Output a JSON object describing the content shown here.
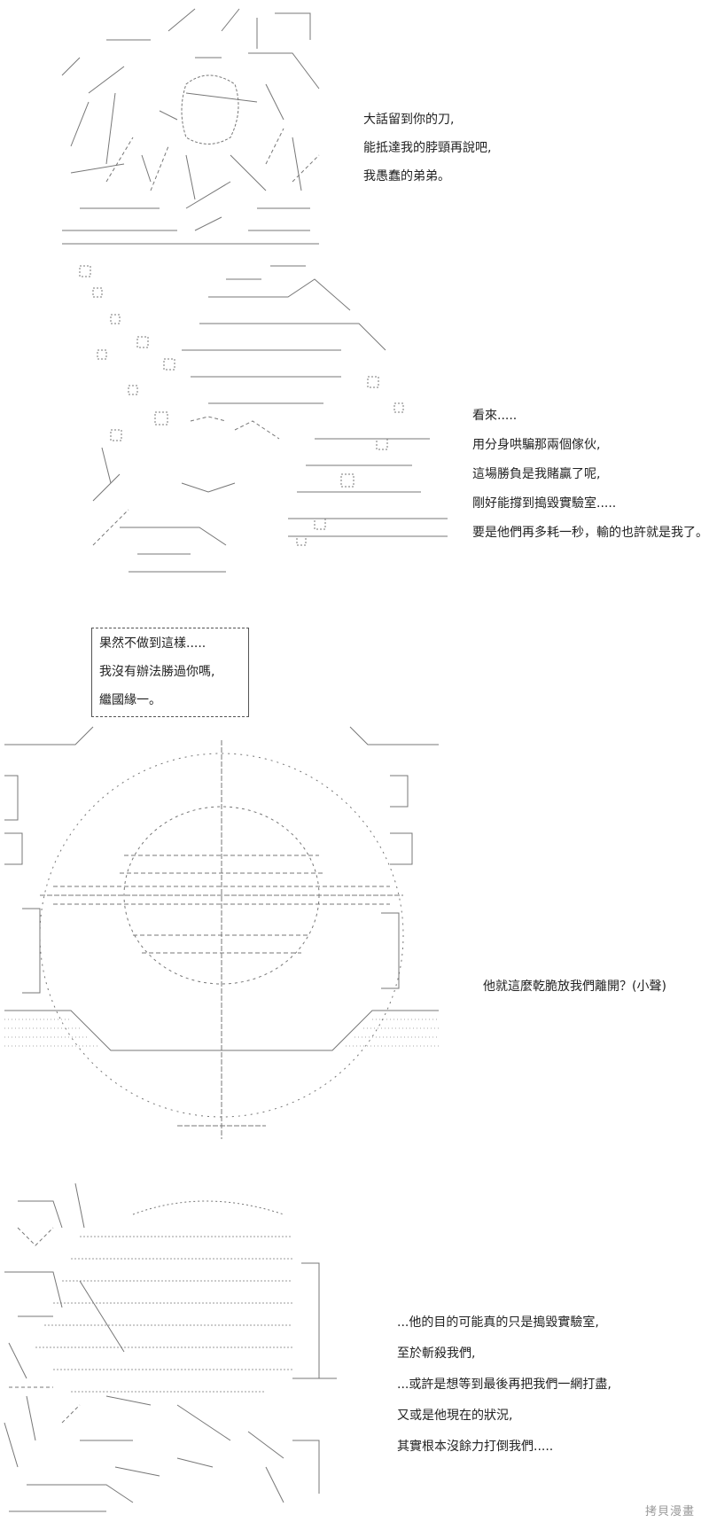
{
  "panel1": {
    "lines": [
      "大話留到你的刀,",
      "能抵達我的脖頸再說吧,",
      "我愚蠢的弟弟。"
    ]
  },
  "panel2": {
    "lines": [
      "看來.....",
      "用分身哄騙那兩個傢伙,",
      "這場勝負是我賭贏了呢,",
      "剛好能撐到搗毀實驗室.....",
      "要是他們再多耗一秒，輸的也許就是我了。"
    ]
  },
  "dialog": {
    "lines": [
      "果然不做到這樣.....",
      "我沒有辦法勝過你嗎,",
      "繼國緣一。"
    ]
  },
  "panel3": {
    "lines": [
      "他就這麼乾脆放我們離開？(小聲)"
    ]
  },
  "panel4": {
    "lines": [
      "...他的目的可能真的只是搗毀實驗室,",
      "至於斬殺我們,",
      "...或許是想等到最後再把我們一網打盡,",
      "又或是他現在的狀況,",
      "其實根本沒餘力打倒我們....."
    ]
  },
  "watermark": "拷貝漫畫"
}
